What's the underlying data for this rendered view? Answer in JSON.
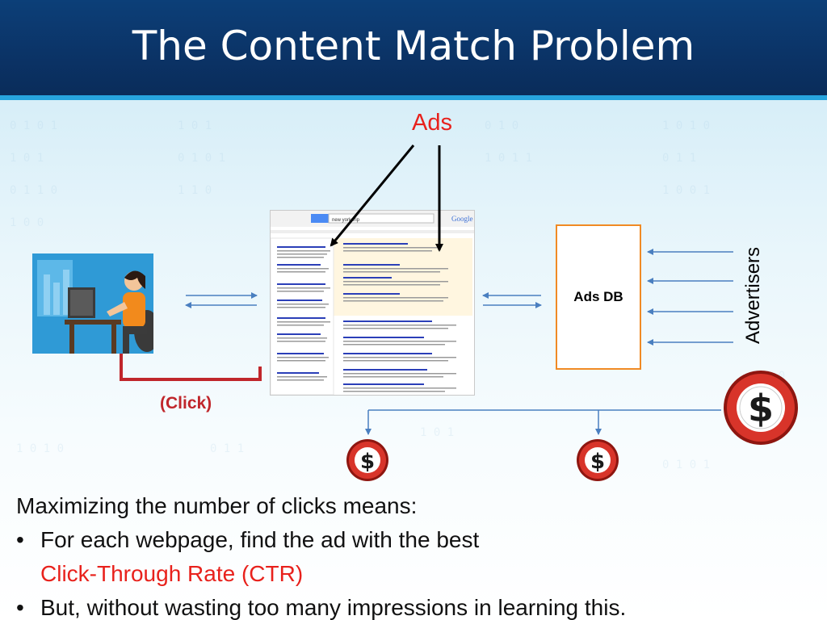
{
  "title": "The Content Match Problem",
  "diagram": {
    "ads_label": "Ads",
    "click_label": "(Click)",
    "ads_db_label": "Ads DB",
    "advertisers_label": "Advertisers",
    "search_query": "new york trip",
    "search_logo": "Google"
  },
  "text": {
    "intro": "Maximizing the number of clicks means:",
    "bullet1_line1": "For each webpage, find the ad with the best",
    "bullet1_line2": "Click-Through Rate (CTR)",
    "bullet2": "But, without wasting too many impressions in learning this."
  },
  "colors": {
    "header": "#0b3366",
    "stripe": "#27a4de",
    "accent_red": "#e8211c",
    "arrow_blue": "#4a7fc0",
    "box_orange": "#f08a24",
    "click_path": "#c0262b"
  },
  "icons": [
    "user-at-computer-icon",
    "dollar-coin-icon"
  ]
}
